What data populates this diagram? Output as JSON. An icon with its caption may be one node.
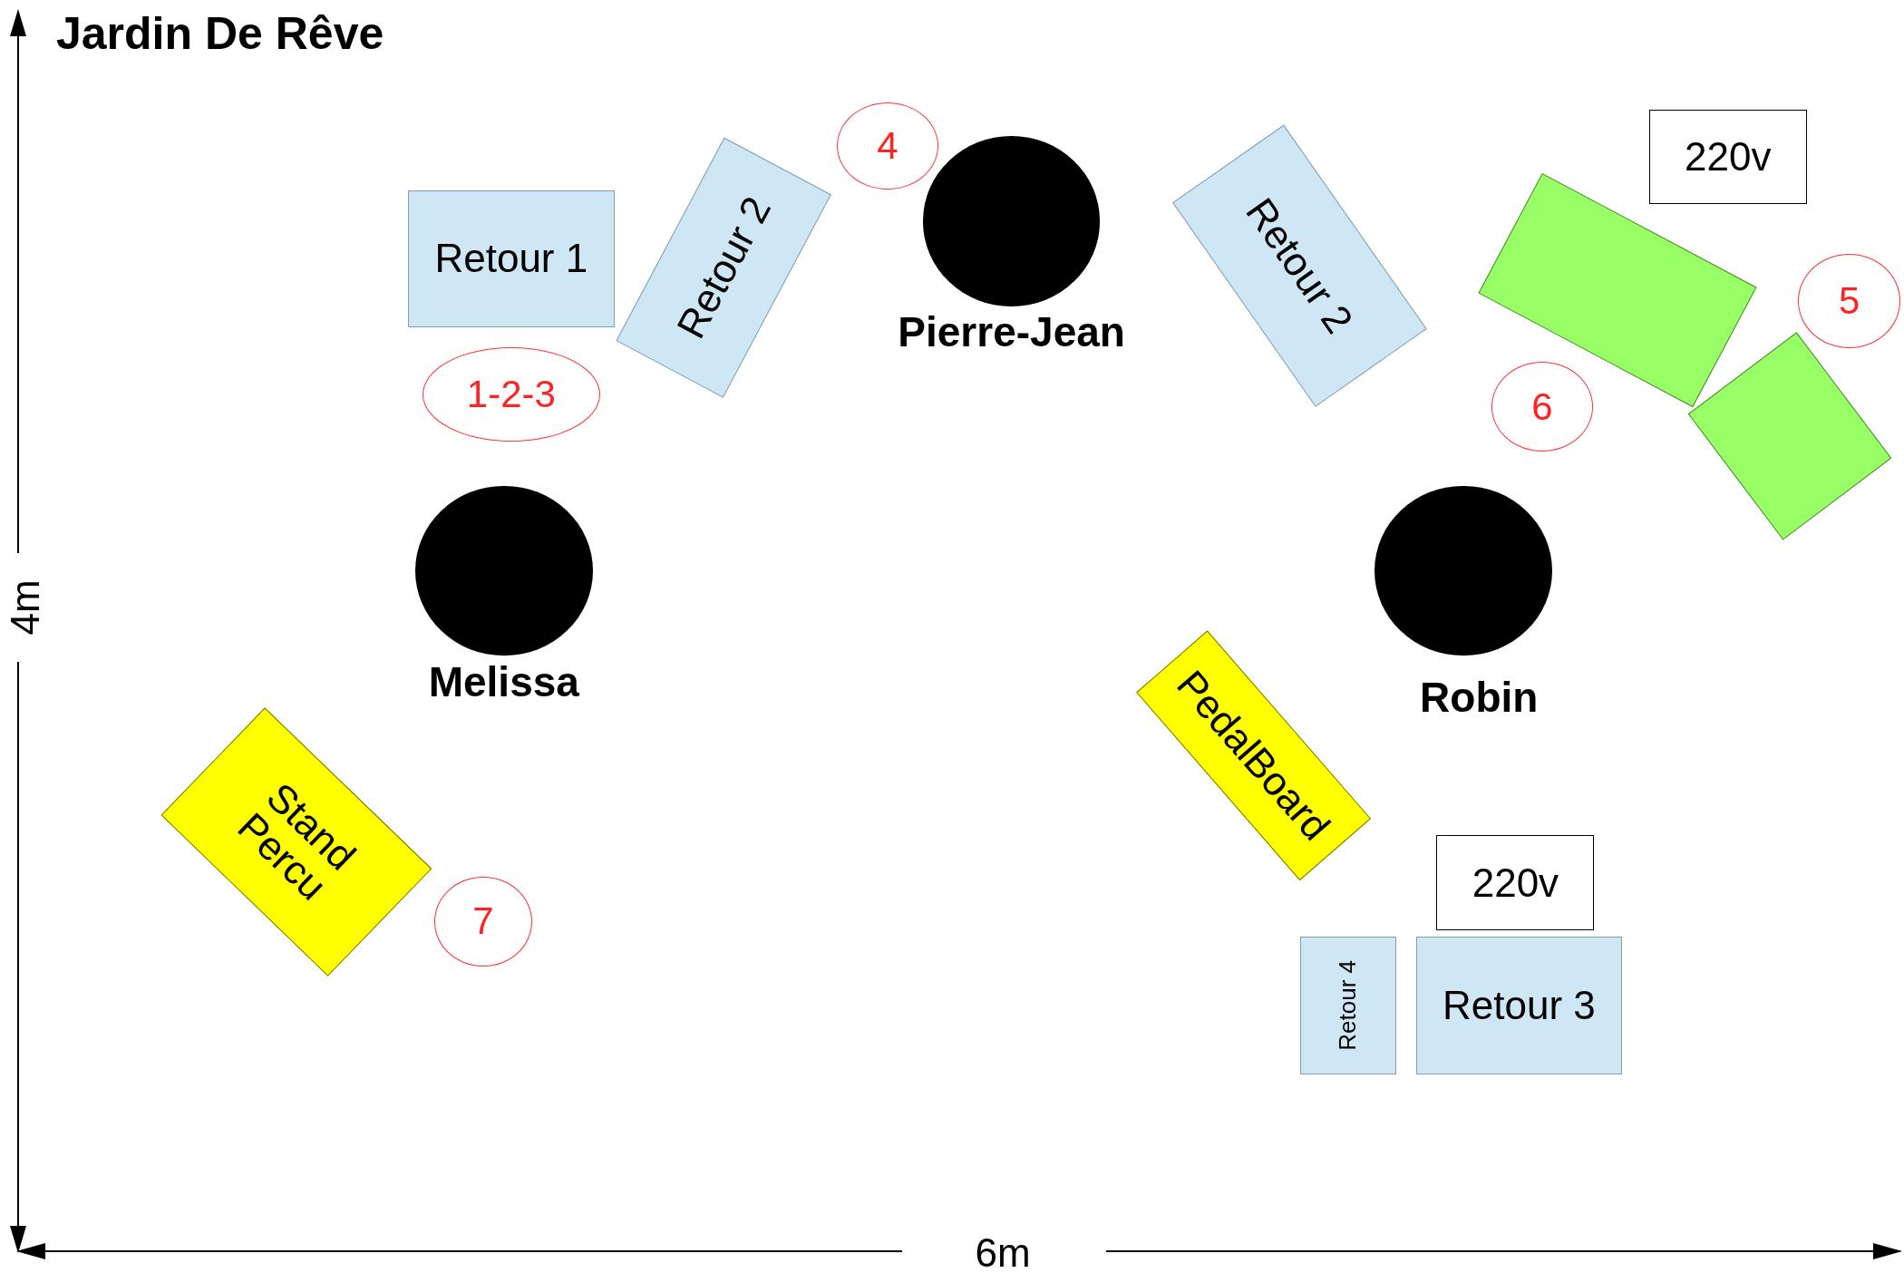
{
  "diagram": {
    "title": "Jardin De Rêve",
    "nodes": [
      {
        "text": [
          "Retour 1"
        ]
      },
      {
        "text": [
          "Retour 2"
        ]
      },
      {
        "text": [
          "4"
        ]
      },
      {
        "text": [],
        "shape": "circle",
        "beside": [
          "Pierre-Jean"
        ]
      },
      {
        "text": [
          "Retour 2"
        ]
      },
      {
        "text": [
          "220v"
        ]
      },
      {
        "text": [],
        "shape": "box"
      },
      {
        "text": [
          "5"
        ]
      },
      {
        "text": [
          "1-2-3"
        ]
      },
      {
        "text": [
          "6"
        ]
      },
      {
        "text": [],
        "shape": "box"
      },
      {
        "text": [],
        "shape": "circle",
        "beside": [
          "Melissa"
        ]
      },
      {
        "text": [],
        "shape": "circle"
      },
      {
        "text": [
          "PedalBoard"
        ]
      },
      {
        "text": [
          "Stand Percu"
        ]
      },
      {
        "text": [
          "220v"
        ]
      },
      {
        "text": [
          "7"
        ]
      },
      {
        "text": [
          "Retour 4"
        ]
      },
      {
        "text": [
          "Retour 3"
        ]
      }
    ],
    "edges": [],
    "labels": [
      "4m",
      "Robin",
      "6m"
    ]
  }
}
